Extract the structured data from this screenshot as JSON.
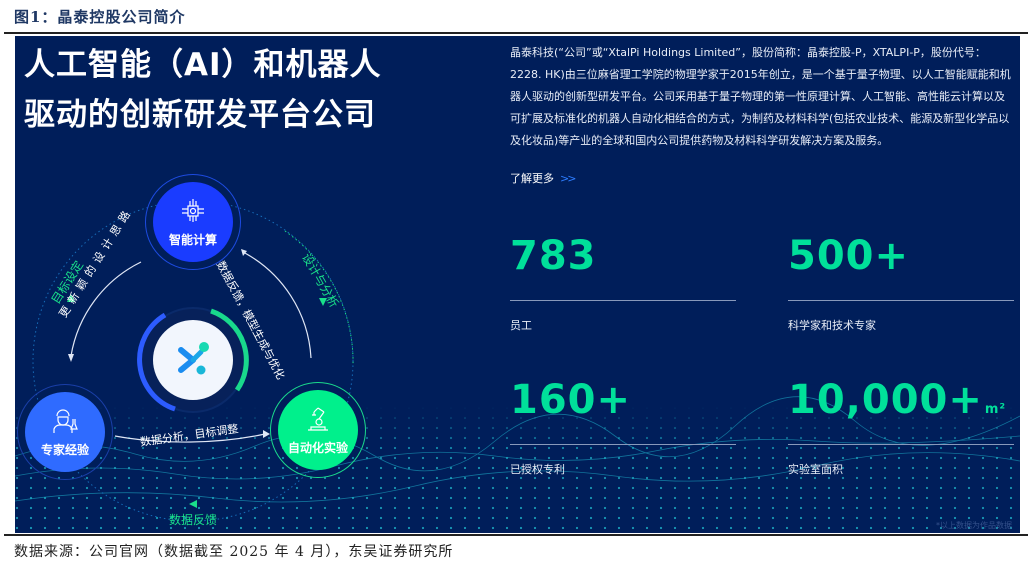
{
  "figure": {
    "title": "图1：晶泰控股公司简介",
    "source": "数据来源：公司官网（数据截至 2025 年 4 月），东吴证券研究所"
  },
  "panel": {
    "headline_line1": "人工智能（AI）和机器人",
    "headline_line2": "驱动的创新研发平台公司",
    "description": "晶泰科技(“公司”或“XtalPi Holdings Limited”，股份简称：晶泰控股-P，XTALPI-P，股份代号：2228. HK)由三位麻省理工学院的物理学家于2015年创立，是一个基于量子物理、以人工智能赋能和机器人驱动的创新型研发平台。公司采用基于量子物理的第一性原理计算、人工智能、高性能云计算以及可扩展及标准化的机器人自动化相结合的方式，为制药及材料科学(包括农业技术、能源及新型化学品以及化妆品)等产业的全球和国内公司提供药物及材料科学研发解决方案及服务。",
    "learn_more": "了解更多",
    "learn_more_icon": "double-chevron-right-icon",
    "watermark": "*以上数据为作品数据"
  },
  "stats": [
    {
      "value": "783",
      "unit": "",
      "label": "员工"
    },
    {
      "value": "500+",
      "unit": "",
      "label": "科学家和技术专家"
    },
    {
      "value": "160+",
      "unit": "",
      "label": "已授权专利"
    },
    {
      "value": "10,000+",
      "unit": "m²",
      "label": "实验室面积"
    }
  ],
  "diagram": {
    "nodes": [
      {
        "label": "智能计算",
        "icon": "chip-icon",
        "color": "#1a3cff"
      },
      {
        "label": "专家经验",
        "icon": "scientist-icon",
        "color": "#2f6bff"
      },
      {
        "label": "自动化实验",
        "icon": "robot-arm-icon",
        "color": "#00f08c"
      }
    ],
    "inner_arcs": {
      "left": "更新颖的设计思路",
      "right": "数据反馈，模型生成与优化",
      "bottom": "数据分析，目标调整"
    },
    "outer_arcs": {
      "left": "目标设定",
      "right": "设计与分析",
      "bottom": "数据反馈"
    },
    "center_icon": "xtalpi-logo-icon"
  },
  "colors": {
    "panel_bg": "#001e5a",
    "stat_green": "#00e09a",
    "accent_blue": "#1a3cff",
    "accent_green": "#00f08c"
  }
}
